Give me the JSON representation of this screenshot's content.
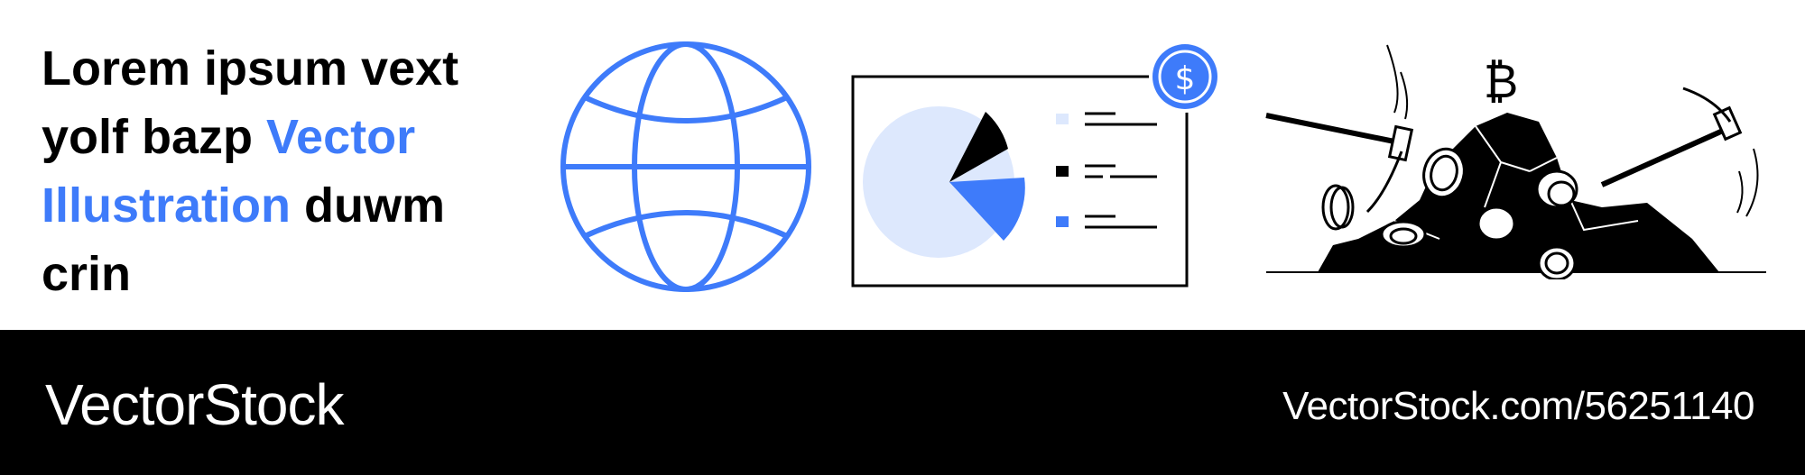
{
  "headline": {
    "part1": "Lorem ipsum vext yolf bazp ",
    "accent": "Vector Illustration",
    "part2": " duwm crin"
  },
  "illustrations": {
    "globe": {
      "icon": "globe-icon"
    },
    "dashboard": {
      "icon": "pie-chart-report-icon",
      "coin_symbol": "$"
    },
    "mining": {
      "icon": "crypto-mining-icon",
      "coin_symbol": "₿"
    }
  },
  "footer": {
    "brand": "VectorStock",
    "url": "VectorStock.com/56251140"
  },
  "colors": {
    "accent": "#3e7bfa",
    "light_accent": "#dde8fd",
    "footer_bg": "#000000",
    "text": "#000000"
  }
}
